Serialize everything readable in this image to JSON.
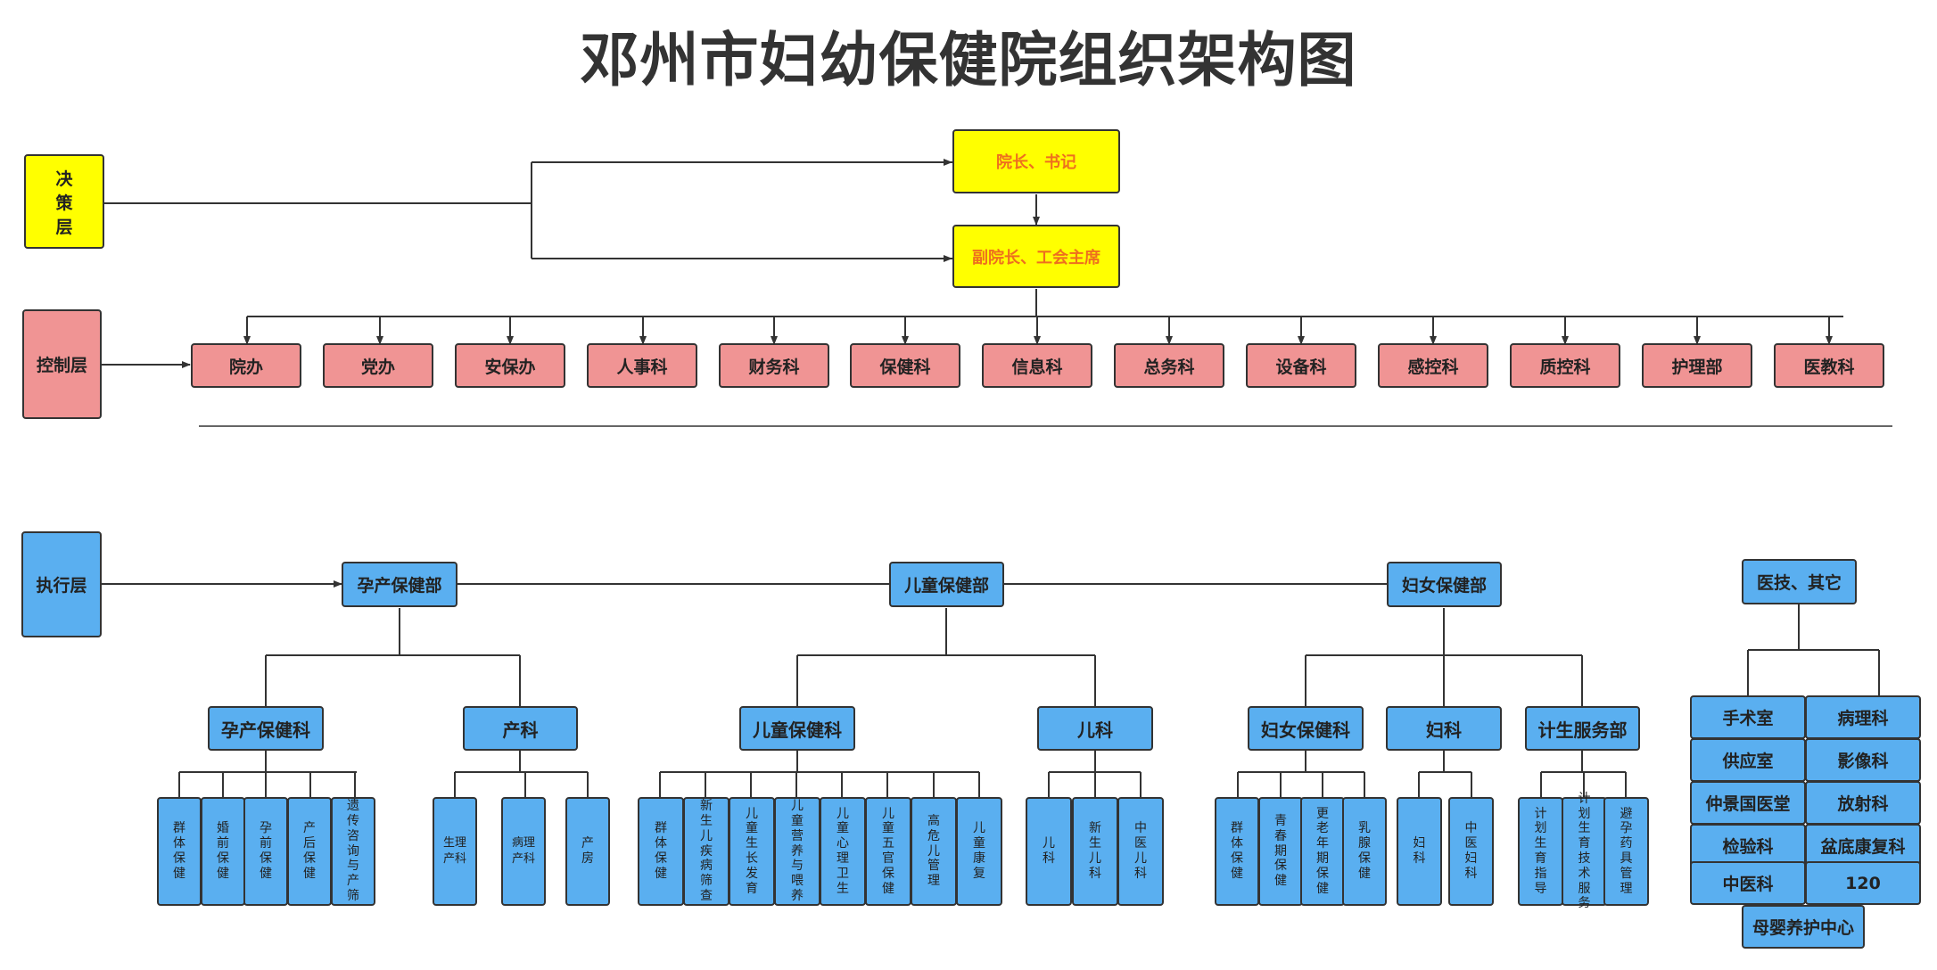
{
  "title": "邓州市妇幼保健院组织架构图",
  "colors": {
    "decision": "#ffff00",
    "control": "#f09494",
    "execution": "#5aaff0",
    "leader_text": "#ee6f1e",
    "line": "#333333"
  },
  "layers": {
    "decision": "决策层",
    "control": "控制层",
    "execution": "执行层"
  },
  "leaders": {
    "director": "院长、书记",
    "deputy": "副院长、工会主席"
  },
  "control_depts": [
    "院办",
    "党办",
    "安保办",
    "人事科",
    "财务科",
    "保健科",
    "信息科",
    "总务科",
    "设备科",
    "感控科",
    "质控科",
    "护理部",
    "医教科"
  ],
  "departments": {
    "maternal": {
      "name": "孕产保健部",
      "subs": [
        {
          "name": "孕产保健科",
          "units": [
            "群体保健",
            "婚前保健",
            "孕前保健",
            "产后保健",
            "遗传咨询与产筛"
          ]
        },
        {
          "name": "产科",
          "units": [
            "生理产科",
            "病理产科",
            "产房"
          ]
        }
      ]
    },
    "child": {
      "name": "儿童保健部",
      "subs": [
        {
          "name": "儿童保健科",
          "units": [
            "群体保健",
            "新生儿疾病筛查",
            "儿童生长发育",
            "儿童营养与喂养",
            "儿童心理卫生",
            "儿童五官保健",
            "高危儿管理",
            "儿童康复"
          ]
        },
        {
          "name": "儿科",
          "units": [
            "儿科",
            "新生儿科",
            "中医儿科"
          ]
        }
      ]
    },
    "women": {
      "name": "妇女保健部",
      "subs": [
        {
          "name": "妇女保健科",
          "units": [
            "群体保健",
            "青春期保健",
            "更老年期保健",
            "乳腺保健"
          ]
        },
        {
          "name": "妇科",
          "units": [
            "妇科",
            "中医妇科"
          ]
        },
        {
          "name": "计生服务部",
          "units": [
            "计划生育指导",
            "计划生育技术服务",
            "避孕药具管理"
          ]
        }
      ]
    }
  },
  "medtech": {
    "name": "医技、其它",
    "items": [
      "手术室",
      "病理科",
      "供应室",
      "影像科",
      "仲景国医堂",
      "放射科",
      "检验科",
      "盆底康复科",
      "中医科",
      "120",
      "母婴养护中心"
    ]
  }
}
